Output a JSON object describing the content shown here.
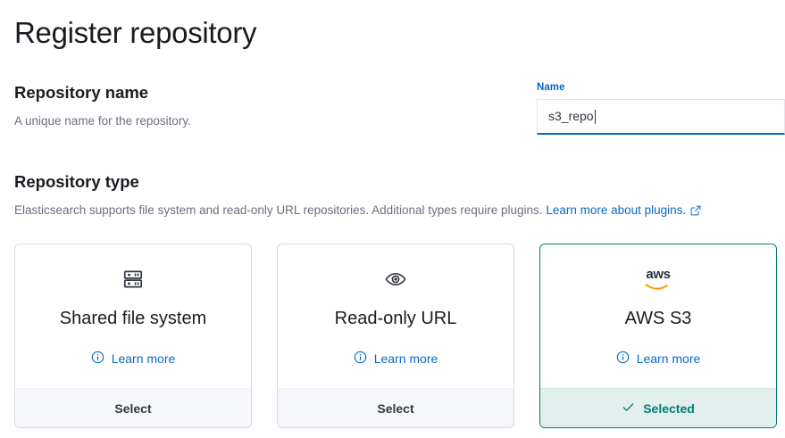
{
  "page": {
    "title": "Register repository"
  },
  "name_section": {
    "title": "Repository name",
    "description": "A unique name for the repository.",
    "field": {
      "label": "Name",
      "value": "s3_repo",
      "placeholder": ""
    }
  },
  "type_section": {
    "title": "Repository type",
    "description": "Elasticsearch supports file system and read-only URL repositories. Additional types require plugins.",
    "plugins_link": "Learn more about plugins.",
    "plugins_link_icon": "external-link-icon"
  },
  "cards": [
    {
      "icon": "server-rack-icon",
      "title": "Shared file system",
      "learn_more": "Learn more",
      "learn_more_icon": "info-circle-icon",
      "action_label": "Select",
      "selected": false
    },
    {
      "icon": "eye-icon",
      "title": "Read-only URL",
      "learn_more": "Learn more",
      "learn_more_icon": "info-circle-icon",
      "action_label": "Select",
      "selected": false
    },
    {
      "icon": "aws-logo-icon",
      "icon_text": "aws",
      "title": "AWS S3",
      "learn_more": "Learn more",
      "learn_more_icon": "info-circle-icon",
      "action_label": "Selected",
      "action_icon": "check-icon",
      "selected": true
    }
  ],
  "colors": {
    "link": "#0869c4",
    "selected_accent": "#017d73",
    "selected_bg": "#e2efed",
    "footer_bg": "#f5f7fa",
    "border": "#d3dae6",
    "text": "#343741",
    "muted": "#69707d",
    "aws_orange": "#ff9900",
    "aws_dark": "#252f3e"
  }
}
